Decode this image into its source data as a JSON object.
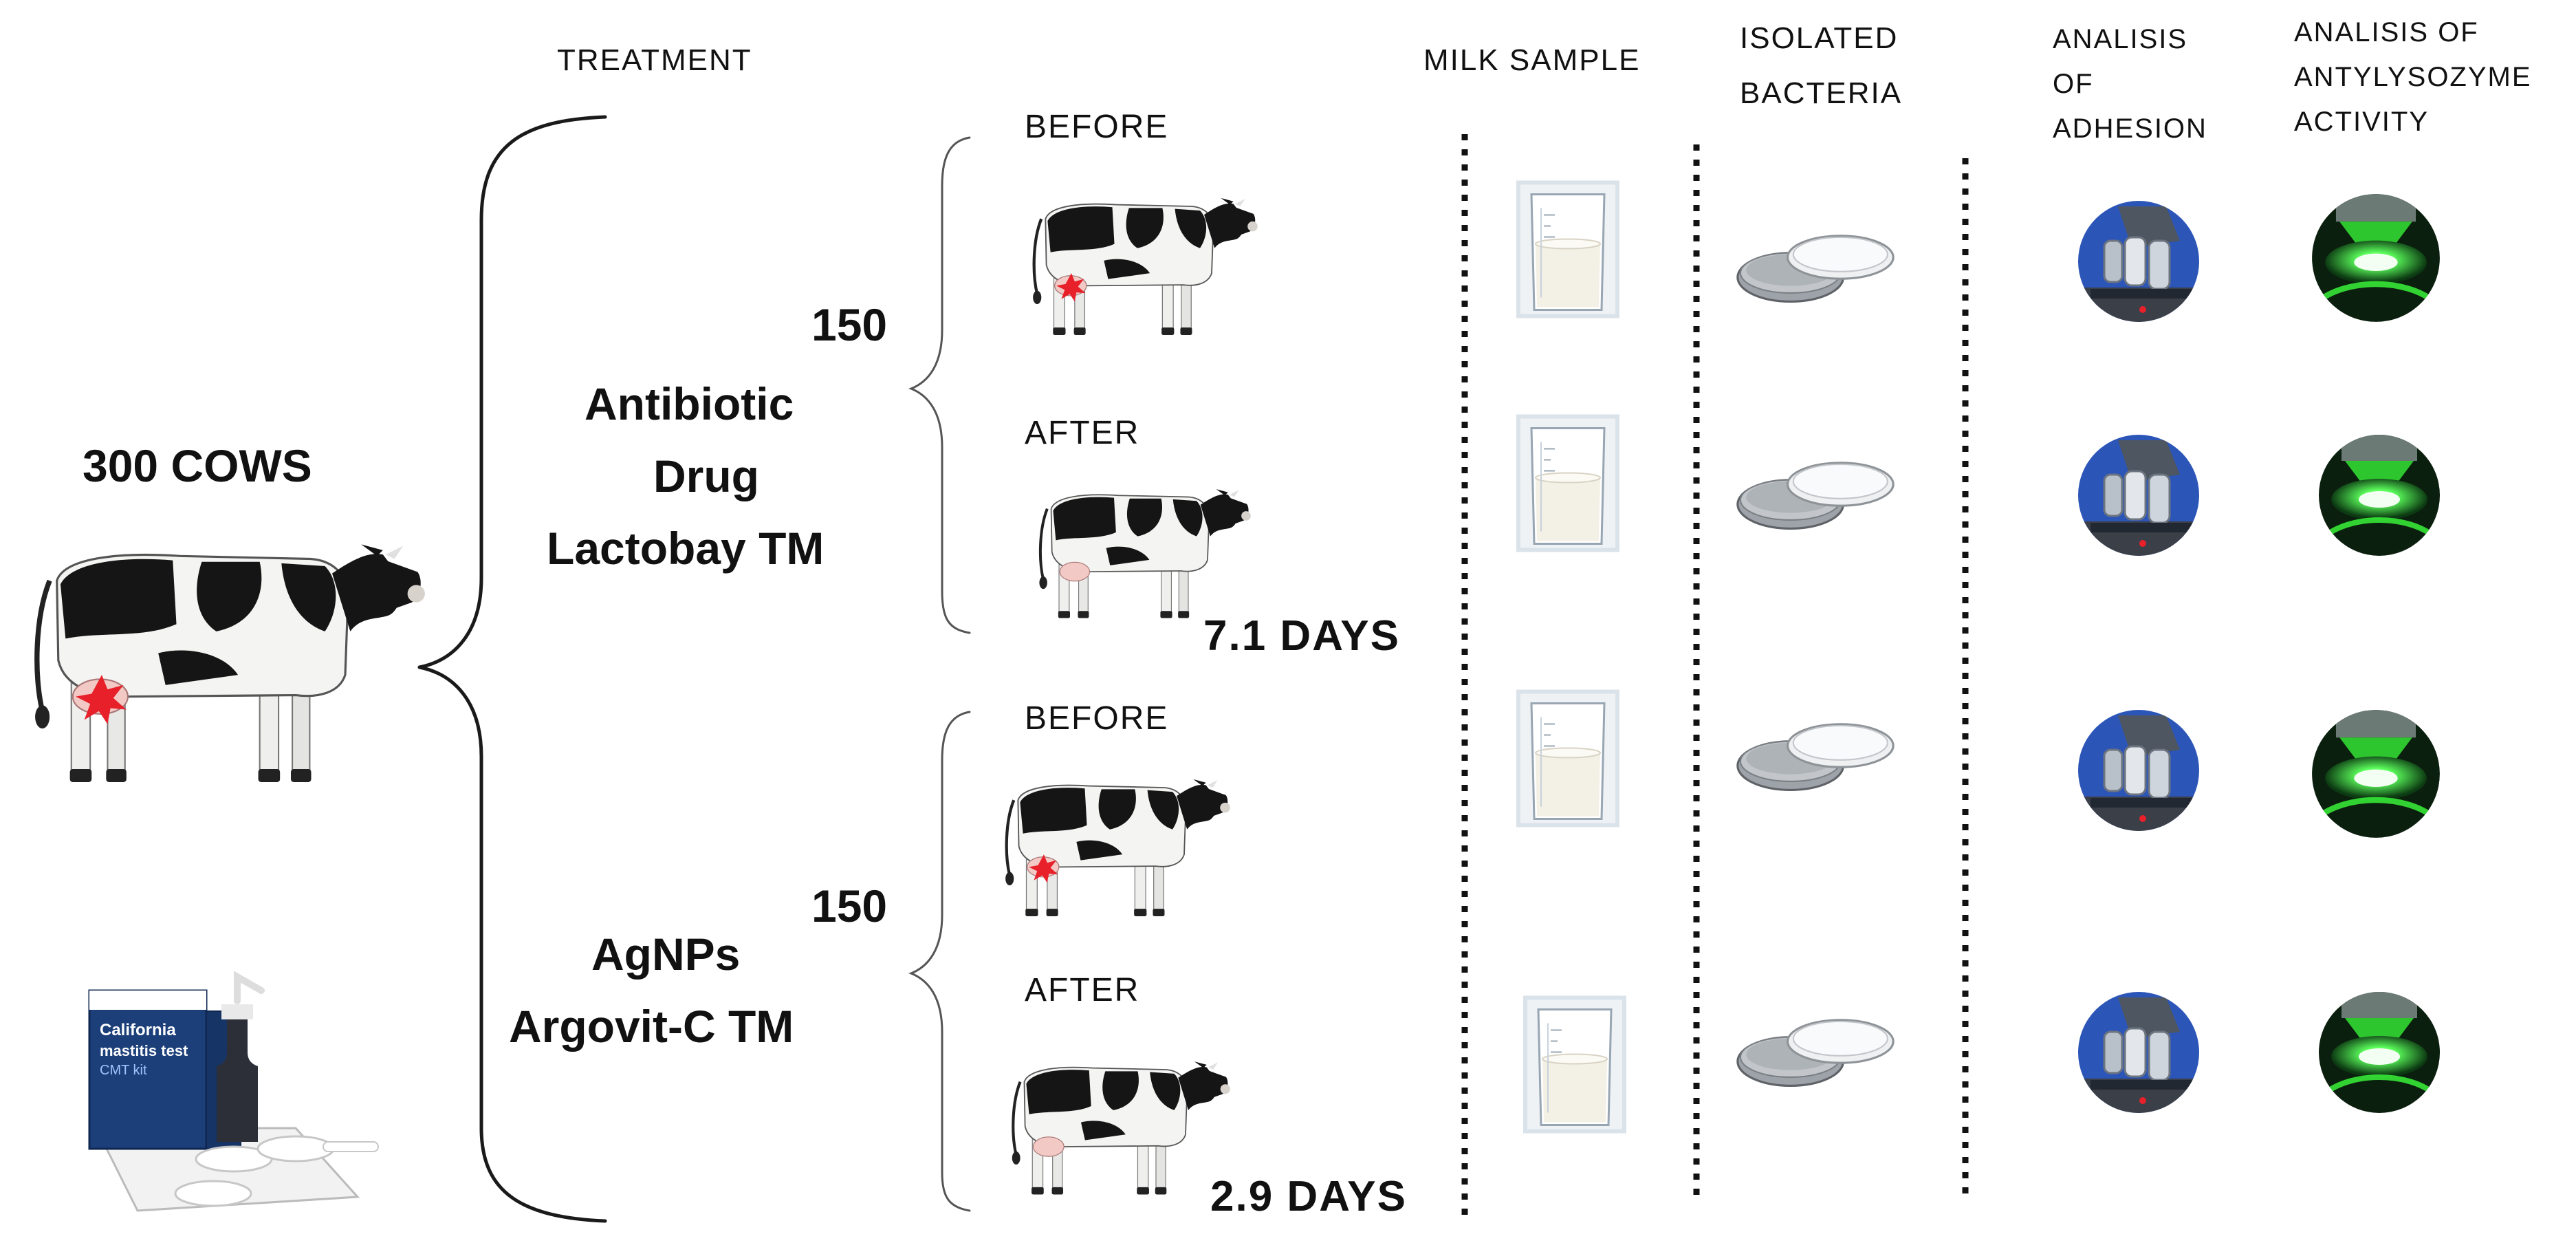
{
  "headers": {
    "treatment": "TREATMENT",
    "milk_sample": "MILK SAMPLE",
    "isolated_bacteria": [
      "ISOLATED",
      "BACTERIA"
    ],
    "adhesion": [
      "ANALISIS",
      "OF",
      "ADHESION"
    ],
    "antilysozyme": [
      "ANALISIS OF",
      "ANTYLYSOZYME",
      "ACTIVITY"
    ]
  },
  "herd": {
    "label": "300 COWS"
  },
  "kit_label": {
    "line1": "California",
    "line2": "mastitis test",
    "line3": "CMT kit"
  },
  "groups": [
    {
      "count": "150",
      "treatment": [
        "Antibiotic",
        "Drug",
        "Lactobay TM"
      ],
      "before": "BEFORE",
      "after": "AFTER",
      "duration": "7.1 DAYS"
    },
    {
      "count": "150",
      "treatment": [
        "AgNPs",
        "Argovit-C TM"
      ],
      "before": "BEFORE",
      "after": "AFTER",
      "duration": "2.9 DAYS"
    }
  ],
  "colors": {
    "cow_black": "#151515",
    "cow_white": "#f4f4f2",
    "udder_red": "#e8202a",
    "milk": "#f3f0e6",
    "glass": "#9aa7b3",
    "microscope_bg": "#2c55b8",
    "laser_green": "#3bff3b",
    "kit_blue": "#1c3f7a"
  }
}
